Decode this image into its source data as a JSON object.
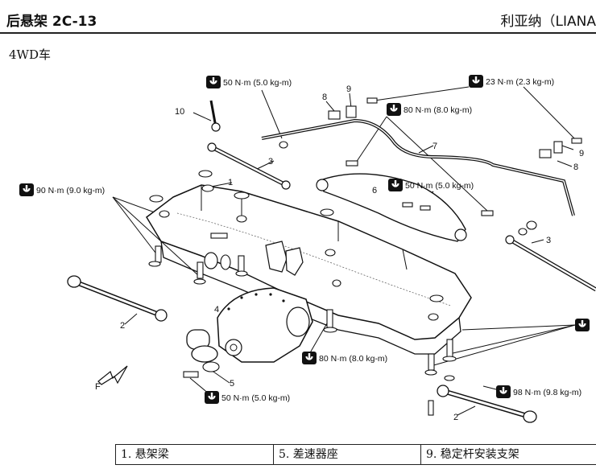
{
  "header": {
    "section": "后悬架 2C-13",
    "model": "利亚纳（LIANA"
  },
  "subtitle": "4WD车",
  "torques": {
    "t1": "50 N·m (5.0 kg-m)",
    "t2": "23 N·m (2.3 kg-m)",
    "t3": "80 N·m (8.0 kg-m)",
    "t4": "90 N·m (9.0 kg-m)",
    "t5": "50 N·m (5.0 kg-m)",
    "t6": "80 N·m (8.0 kg-m)",
    "t7": "50 N·m (5.0 kg-m)",
    "t8": "98 N·m (9.8 kg-m)"
  },
  "parts": {
    "p1": "1",
    "p2a": "2",
    "p2b": "2",
    "p3a": "3",
    "p3b": "3",
    "p4": "4",
    "p5": "5",
    "p6": "6",
    "p7": "7",
    "p8a": "8",
    "p8b": "8",
    "p9a": "9",
    "p9b": "9",
    "p10": "10"
  },
  "front_label": "F",
  "legend": [
    "1. 悬架梁",
    "5. 差速器座",
    "9. 稳定杆安装支架"
  ]
}
